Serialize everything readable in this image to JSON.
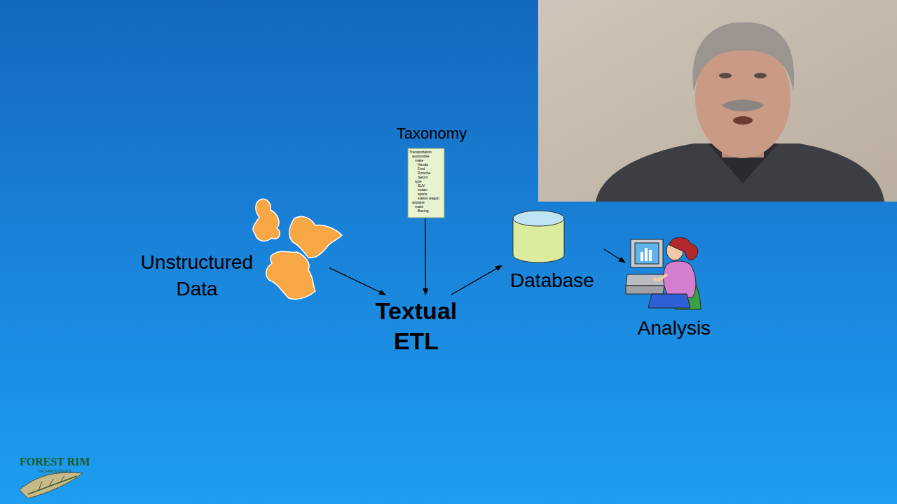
{
  "diagram": {
    "nodes": [
      {
        "text": [
          "Unstructured Data"
        ]
      },
      {
        "text": [
          "Taxonomy",
          "Transportation",
          "automobile",
          "make",
          "Honda",
          "Ford",
          "Porsche",
          "Saturn",
          "type",
          "SUV",
          "sedan",
          "sports",
          "station wagon",
          "airplane",
          "make",
          "Boeing"
        ]
      },
      {
        "text": [
          "Textual ETL"
        ]
      },
      {
        "text": [
          "Database"
        ]
      },
      {
        "text": [
          "Analysis"
        ]
      }
    ],
    "edges": [
      {
        "from": 0,
        "to": 2,
        "arrow": "to"
      },
      {
        "from": 1,
        "to": 2,
        "arrow": "to"
      },
      {
        "from": 2,
        "to": 3,
        "arrow": "to"
      },
      {
        "from": 3,
        "to": 4,
        "arrow": "to"
      }
    ],
    "labels": [
      "FOREST RIM",
      "TECHNOLOGIES"
    ]
  }
}
